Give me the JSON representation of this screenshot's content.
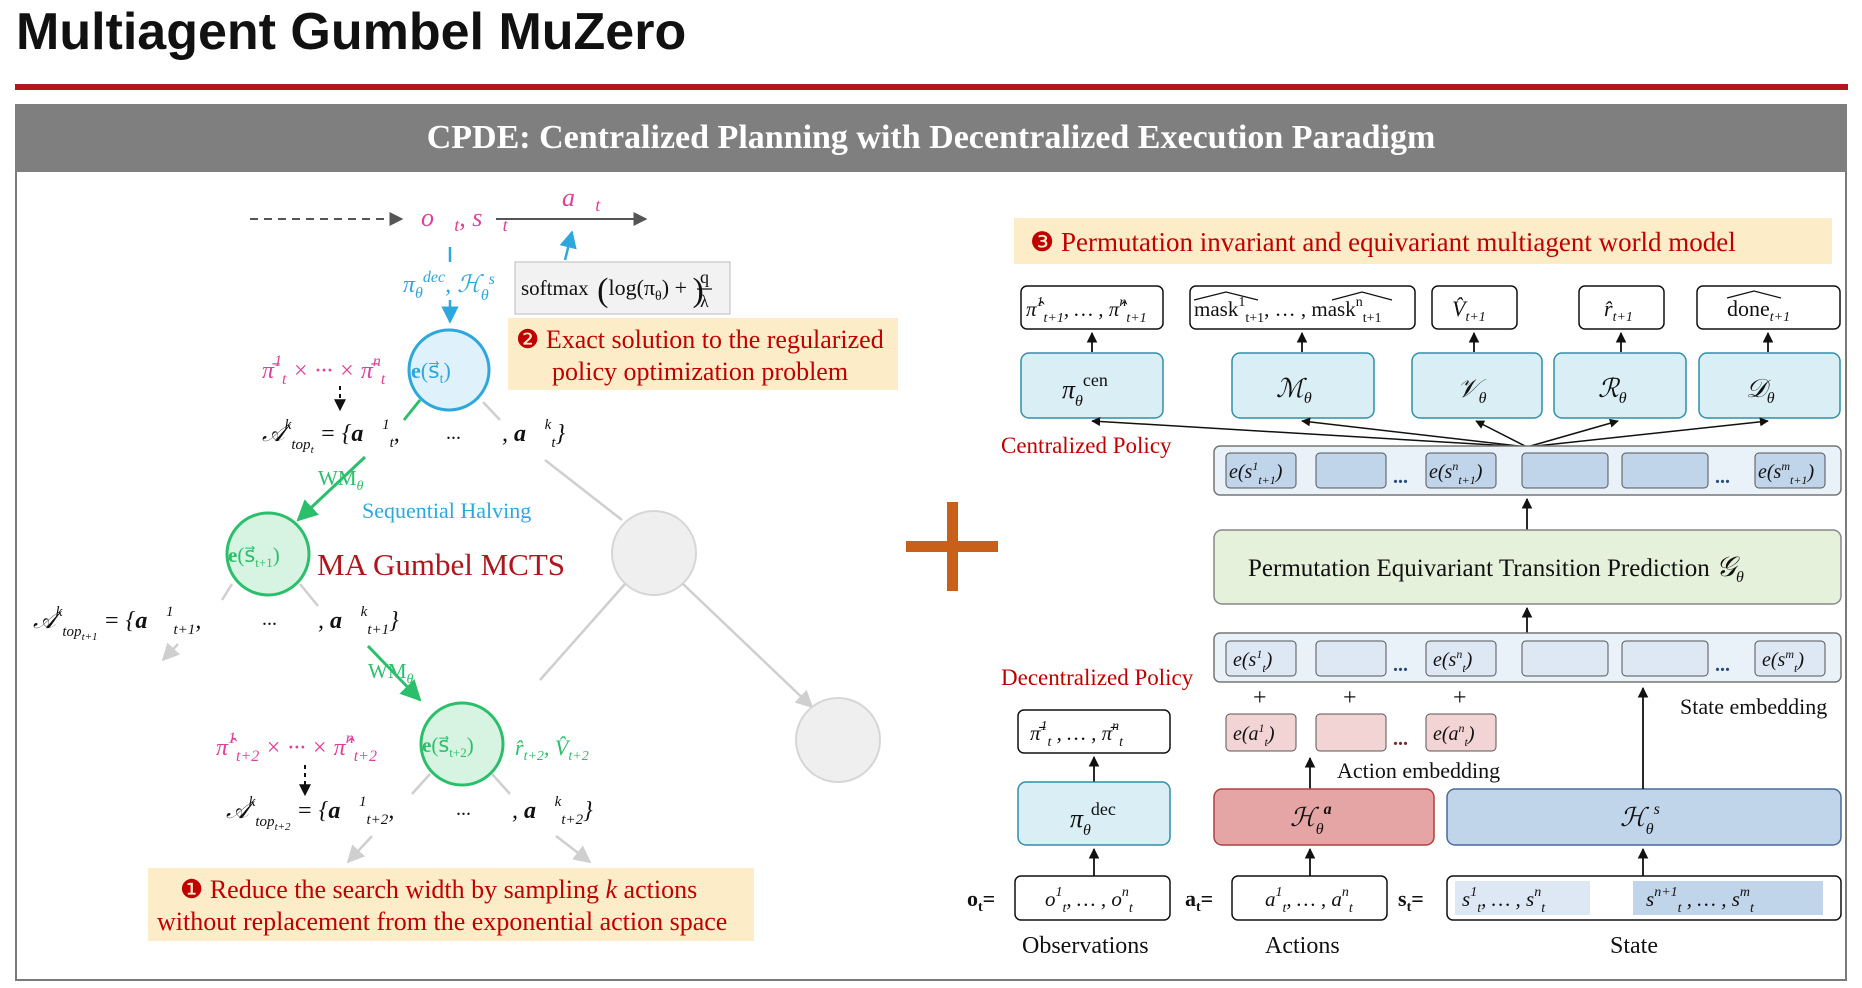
{
  "page": {
    "title": "Multiagent Gumbel MuZero",
    "banner": "CPDE: Centralized Planning with Decentralized Execution Paradigm"
  },
  "left": {
    "callout_exact": {
      "marker": "❷",
      "line1": "Exact solution to the regularized",
      "line2": "policy optimization problem"
    },
    "callout_reduce": {
      "marker": "❶",
      "line1": "Reduce the search width by sampling",
      "var": "k",
      "line1_end": "actions",
      "line2": "without replacement from the exponential action space"
    },
    "softmax": "softmax",
    "sequential_halving": "Sequential Halving",
    "mcts_label": "MA Gumbel MCTS",
    "wm": "WM",
    "dots": "...",
    "times": "× ··· ×"
  },
  "right": {
    "header": {
      "marker": "❸",
      "text": "Permutation invariant and equivariant multiagent world model"
    },
    "centralized_policy": "Centralized Policy",
    "decentralized_policy": "Decentralized Policy",
    "transition": "Permutation Equivariant Transition Prediction",
    "state_embedding": "State embedding",
    "action_embedding": "Action embedding",
    "bottom_labels": [
      "Observations",
      "Actions",
      "State"
    ],
    "mask": "mask",
    "done": "done"
  },
  "colors": {
    "accent_red": "#c00000",
    "pink": "#e0409a",
    "cyan": "#2ea8dc",
    "green": "#2bbf6c",
    "orange": "#c8601a",
    "callout_bg": "#fdecc8",
    "teal_box": "#daeef5",
    "green_box": "#e5f1db",
    "red_box": "#e6a5a5",
    "blue_box": "#c0d4ea"
  }
}
